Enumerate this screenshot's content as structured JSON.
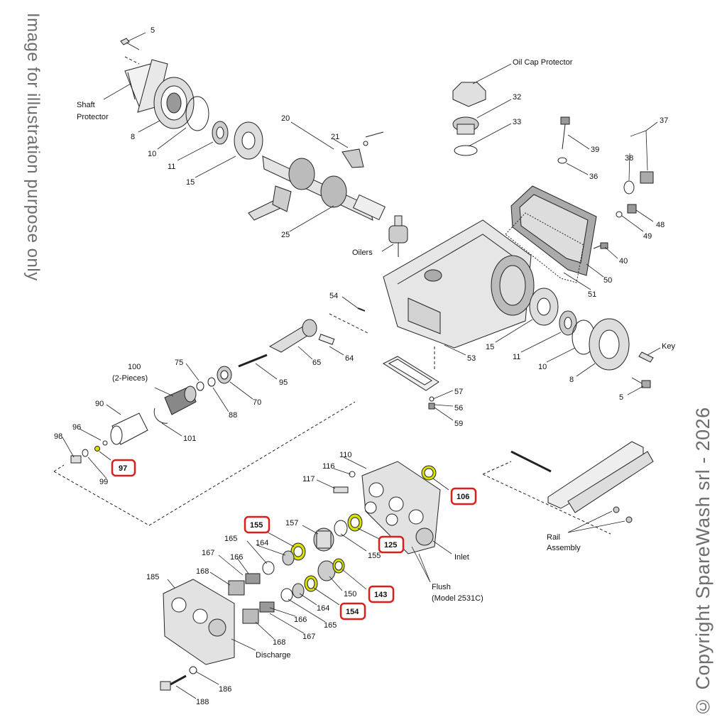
{
  "watermark_left": "Image for illustration purpose only",
  "watermark_right": "© Copyright SpareWash srl - 2026",
  "labels": {
    "n5a": "5",
    "shaft_protector_1": "Shaft",
    "shaft_protector_2": "Protector",
    "n8a": "8",
    "n10a": "10",
    "n11a": "11",
    "n15a": "15",
    "n20": "20",
    "n21": "21",
    "n25": "25",
    "oil_cap_protector": "Oil Cap Protector",
    "n32": "32",
    "n33": "33",
    "n37": "37",
    "n38": "38",
    "n39": "39",
    "n36": "36",
    "n48": "48",
    "n49": "49",
    "oilers": "Oilers",
    "n40": "40",
    "n50": "50",
    "n51": "51",
    "n54": "54",
    "n15b": "15",
    "n11b": "11",
    "n10b": "10",
    "n8b": "8",
    "key": "Key",
    "n5b": "5",
    "n65": "65",
    "n64": "64",
    "n53": "53",
    "n100_1": "100",
    "n100_2": "(2-Pieces)",
    "n75": "75",
    "n95": "95",
    "n90": "90",
    "n88": "88",
    "n70": "70",
    "n57": "57",
    "n56": "56",
    "n59": "59",
    "n101": "101",
    "n98": "98",
    "n96": "96",
    "n99": "99",
    "n110": "110",
    "n116": "116",
    "n117": "117",
    "n157": "157",
    "n165a": "165",
    "n164a": "164",
    "n155b": "155",
    "inlet": "Inlet",
    "n167a": "167",
    "n166a": "166",
    "n168a": "168",
    "n185": "185",
    "n150": "150",
    "n164b": "164",
    "n165b": "165",
    "n166b": "166",
    "n167b": "167",
    "n168b": "168",
    "flush_1": "Flush",
    "flush_2": "(Model 2531C)",
    "discharge": "Discharge",
    "n186": "186",
    "n188": "188",
    "rail_1": "Rail",
    "rail_2": "Assembly"
  },
  "highlighted_labels": {
    "h97": "97",
    "h106": "106",
    "h155": "155",
    "h125": "125",
    "h143": "143",
    "h154": "154"
  },
  "colors": {
    "highlight_box": "#d9201c",
    "highlight_part": "#d8e000",
    "line": "#222222"
  }
}
